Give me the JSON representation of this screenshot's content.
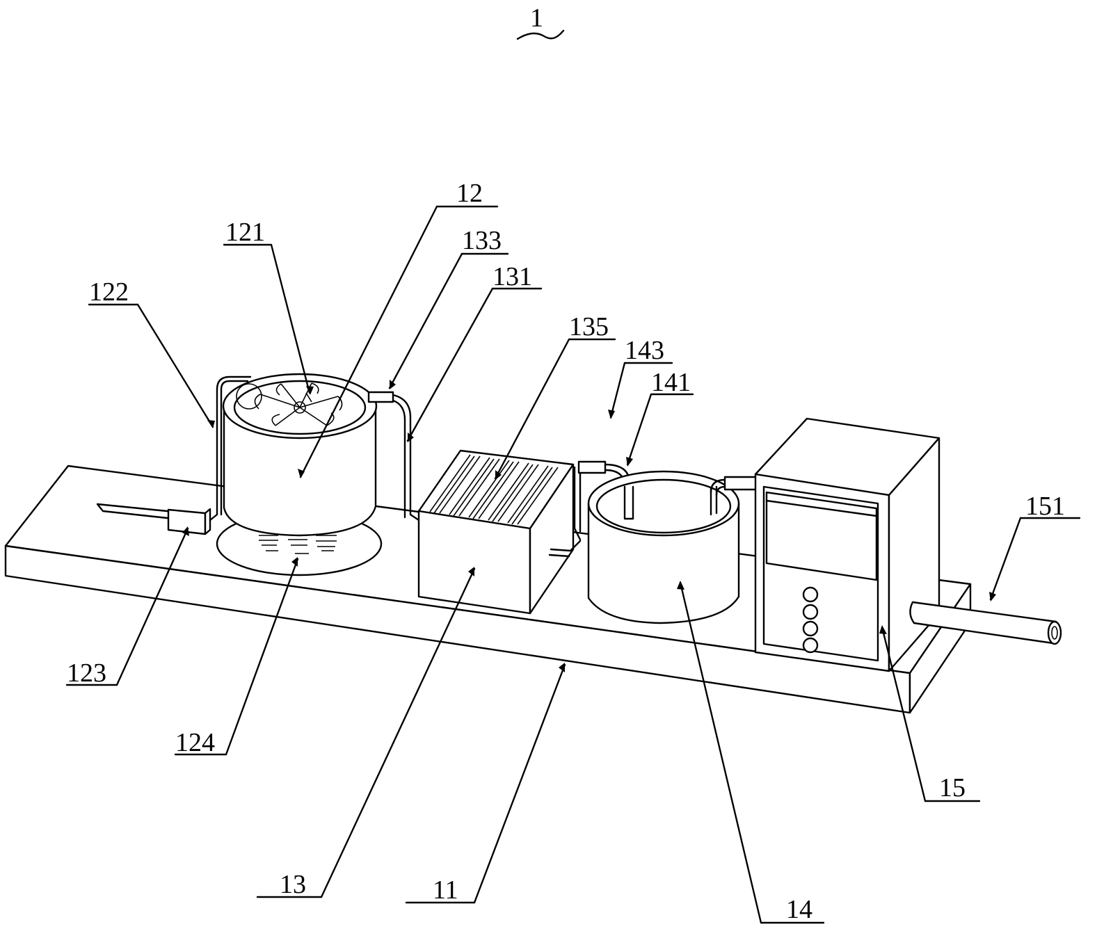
{
  "figure": {
    "ref": "1",
    "labels": {
      "l11": "11",
      "l12": "12",
      "l121": "121",
      "l122": "122",
      "l123": "123",
      "l124": "124",
      "l13": "13",
      "l131": "131",
      "l133": "133",
      "l135": "135",
      "l14": "14",
      "l141": "141",
      "l143": "143",
      "l15": "15",
      "l151": "151"
    }
  }
}
